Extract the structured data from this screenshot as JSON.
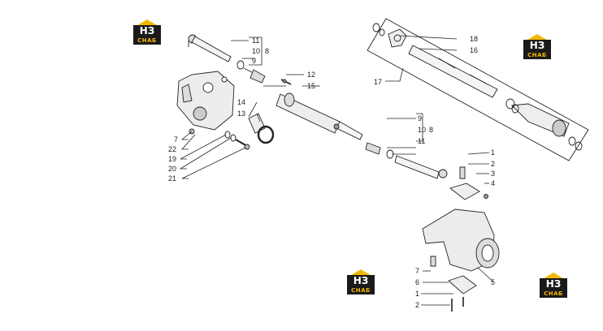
{
  "brand": {
    "logo_top": "НЗ",
    "logo_bottom": "СНАБ",
    "accent": "#f2b705",
    "plate": "#1a1a1a"
  },
  "callouts": {
    "left_assembly": [
      "11",
      "10",
      "8",
      "9",
      "12",
      "15",
      "14",
      "13",
      "7",
      "22",
      "19",
      "20",
      "21"
    ],
    "right_top": [
      "18",
      "16",
      "17"
    ],
    "middle": [
      "9",
      "10",
      "8",
      "11"
    ],
    "knuckle": [
      "1",
      "2",
      "3",
      "4",
      "5",
      "6",
      "7",
      "1",
      "2"
    ]
  }
}
